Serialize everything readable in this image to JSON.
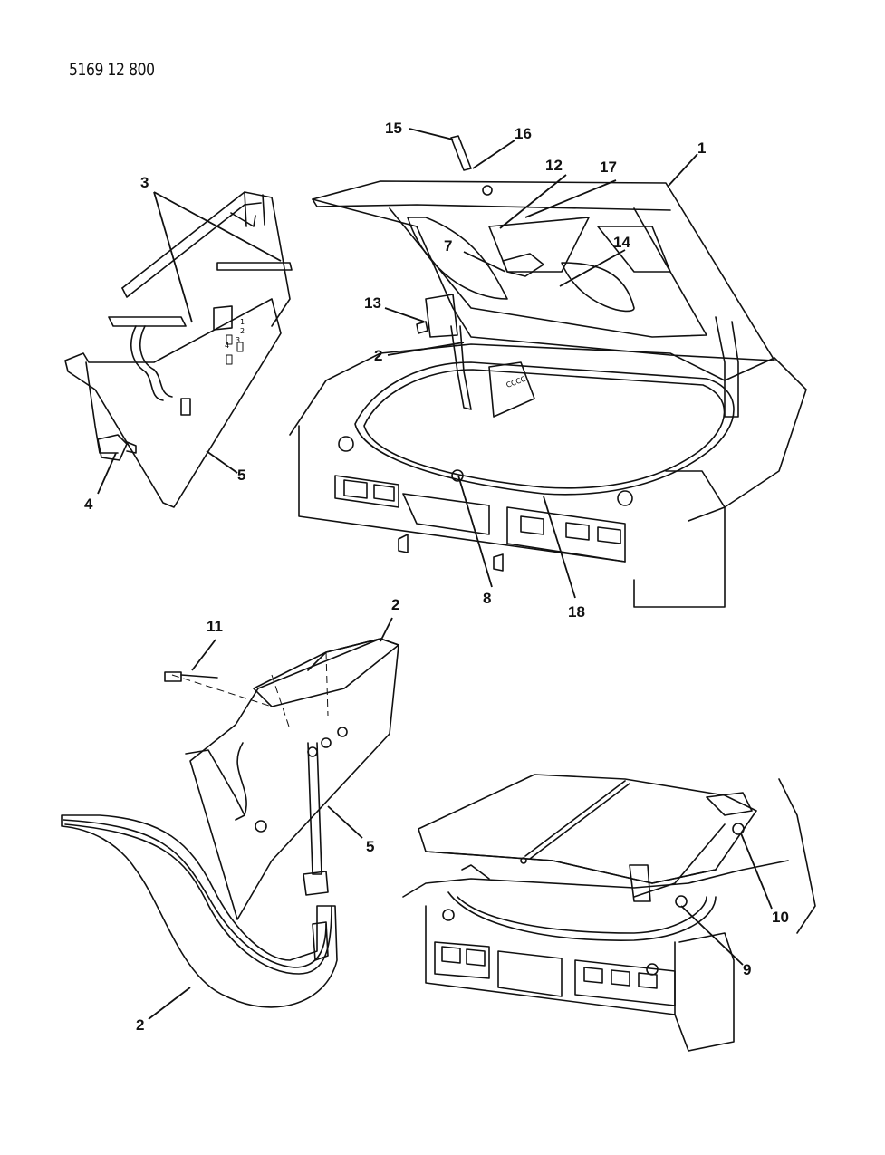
{
  "drawing_code": "5169 12 800",
  "callouts": {
    "c1": "1",
    "c2a": "2",
    "c2b": "2",
    "c2c": "2",
    "c3": "3",
    "c4": "4",
    "c5a": "5",
    "c5b": "5",
    "c7": "7",
    "c8": "8",
    "c9": "9",
    "c10": "10",
    "c11": "11",
    "c12": "12",
    "c13": "13",
    "c14": "14",
    "c15": "15",
    "c16": "16",
    "c17": "17",
    "c18": "18"
  },
  "panel_marks": {
    "stamp": "CCCC",
    "seq": [
      "1",
      "2",
      "3",
      "4"
    ]
  }
}
